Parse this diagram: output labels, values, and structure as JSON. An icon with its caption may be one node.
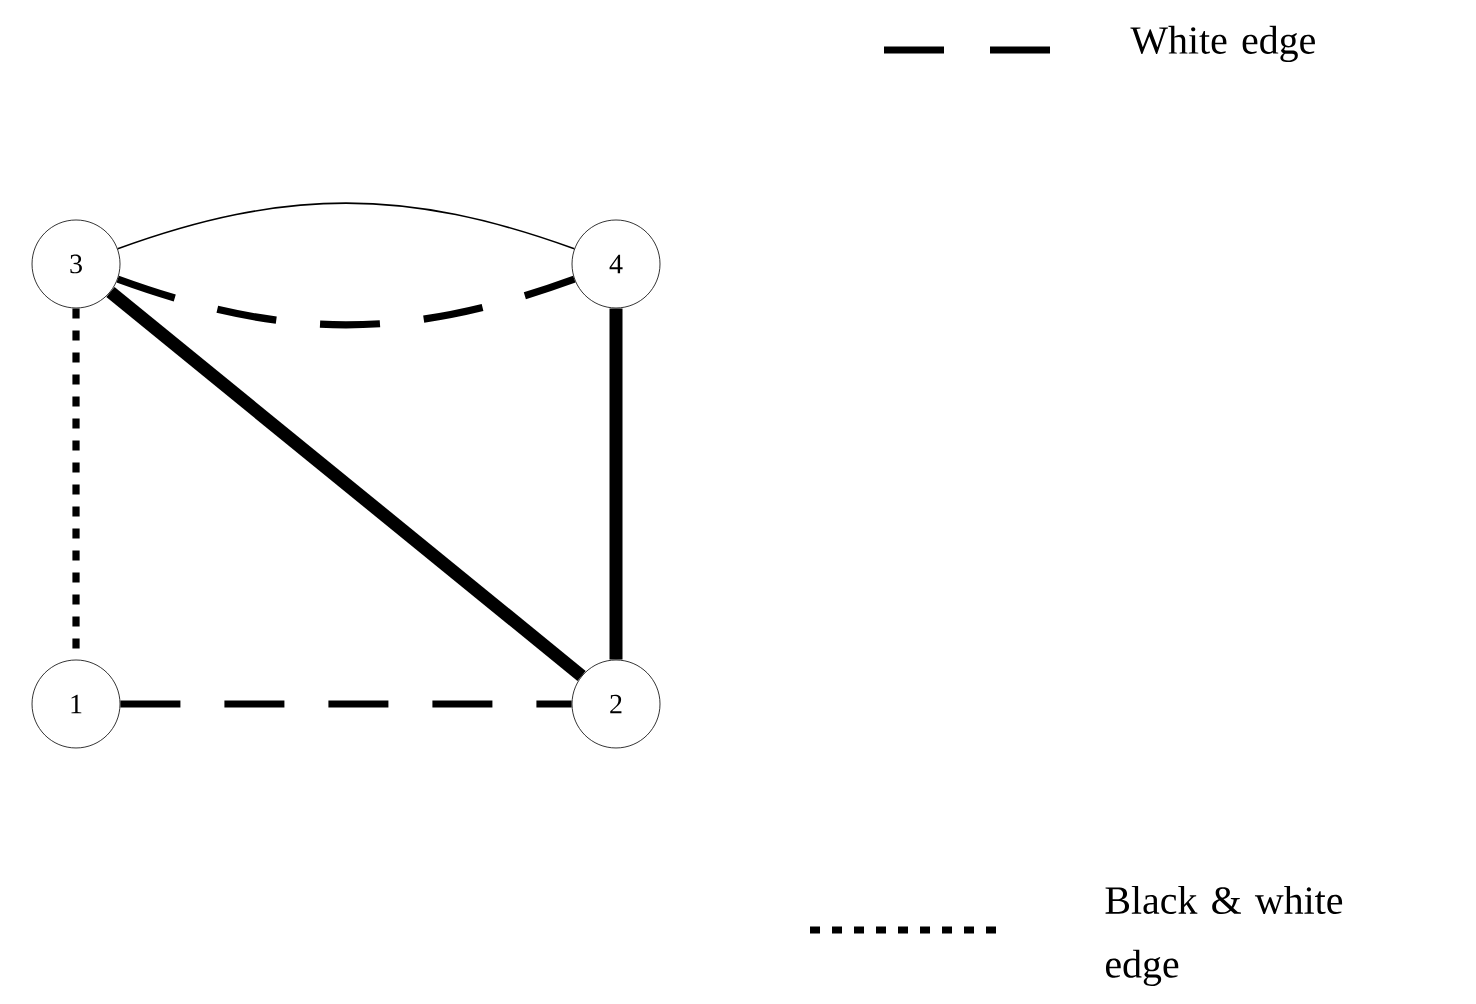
{
  "diagram": {
    "nodes": [
      {
        "text": [
          "3"
        ]
      },
      {
        "text": [
          "4"
        ]
      },
      {
        "text": [
          "1"
        ]
      },
      {
        "text": [
          "2"
        ]
      }
    ],
    "edges": [
      {
        "from": 0,
        "to": 1,
        "arrow": "none"
      },
      {
        "from": 0,
        "to": 1,
        "arrow": "none",
        "style": "dashed"
      },
      {
        "from": 0,
        "to": 2,
        "arrow": "none",
        "style": "dashed"
      },
      {
        "from": 0,
        "to": 3,
        "arrow": "none",
        "style": "thick"
      },
      {
        "from": 1,
        "to": 3,
        "arrow": "none",
        "style": "thick"
      },
      {
        "from": 2,
        "to": 3,
        "arrow": "none",
        "style": "dashed"
      }
    ],
    "legend": [
      {
        "text": "White edge"
      },
      {
        "text": "Black & white edge"
      }
    ]
  }
}
